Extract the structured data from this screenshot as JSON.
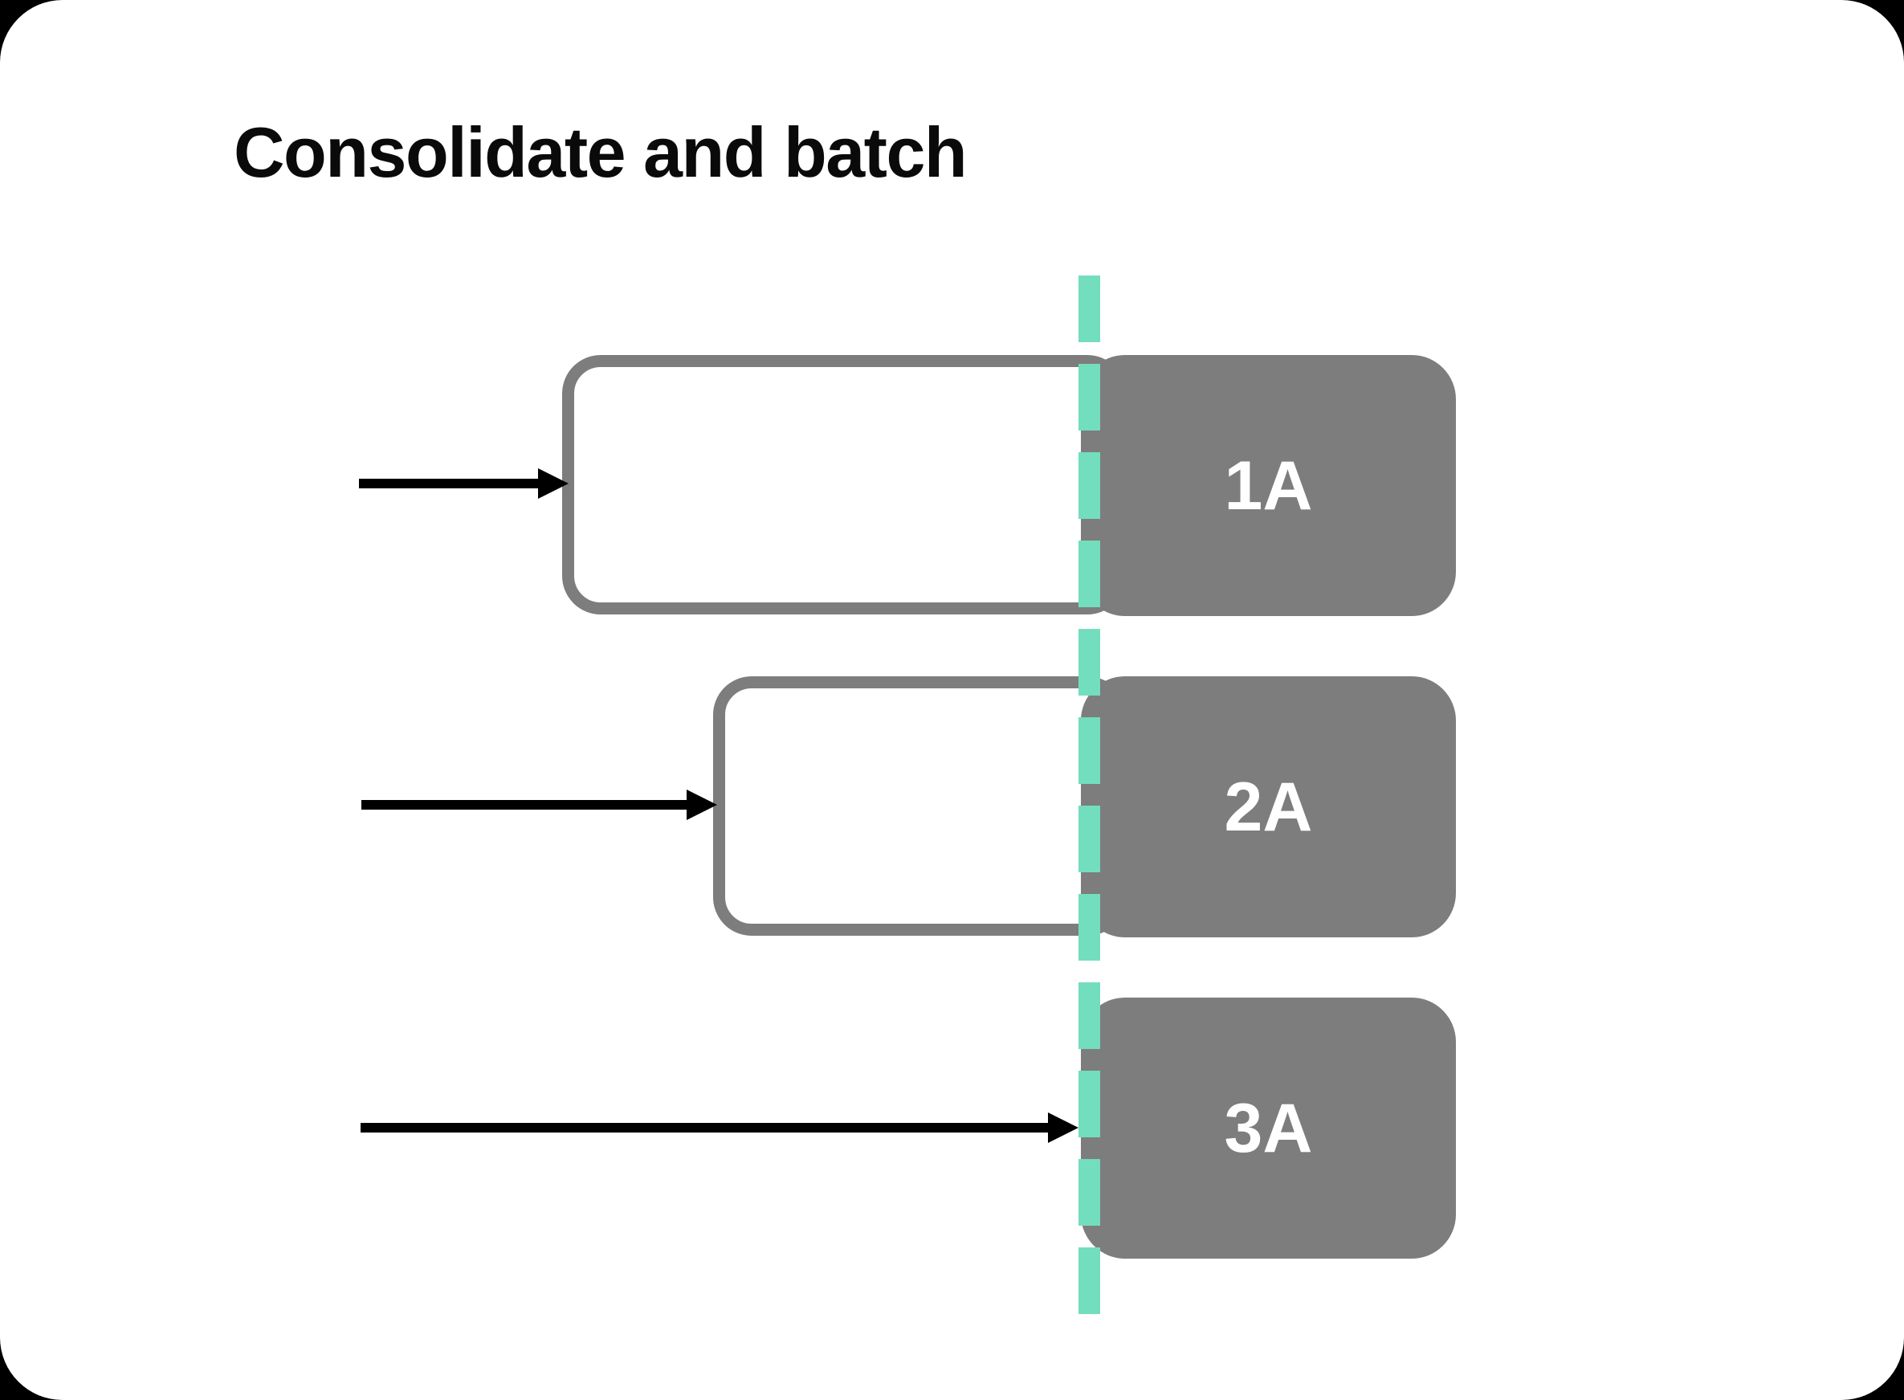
{
  "title": "Consolidate and batch",
  "colors": {
    "outer_background": "#000000",
    "page_background": "#ffffff",
    "box_gray": "#7d7d7d",
    "divider_teal": "#73debe",
    "arrow_black": "#000000",
    "title_text": "#0a0a0a",
    "batch_label_text": "#ffffff"
  },
  "diagram": {
    "divider_style": "vertical-dashed-line",
    "batches": [
      {
        "label": "1A"
      },
      {
        "label": "2A"
      },
      {
        "label": "3A"
      }
    ]
  }
}
